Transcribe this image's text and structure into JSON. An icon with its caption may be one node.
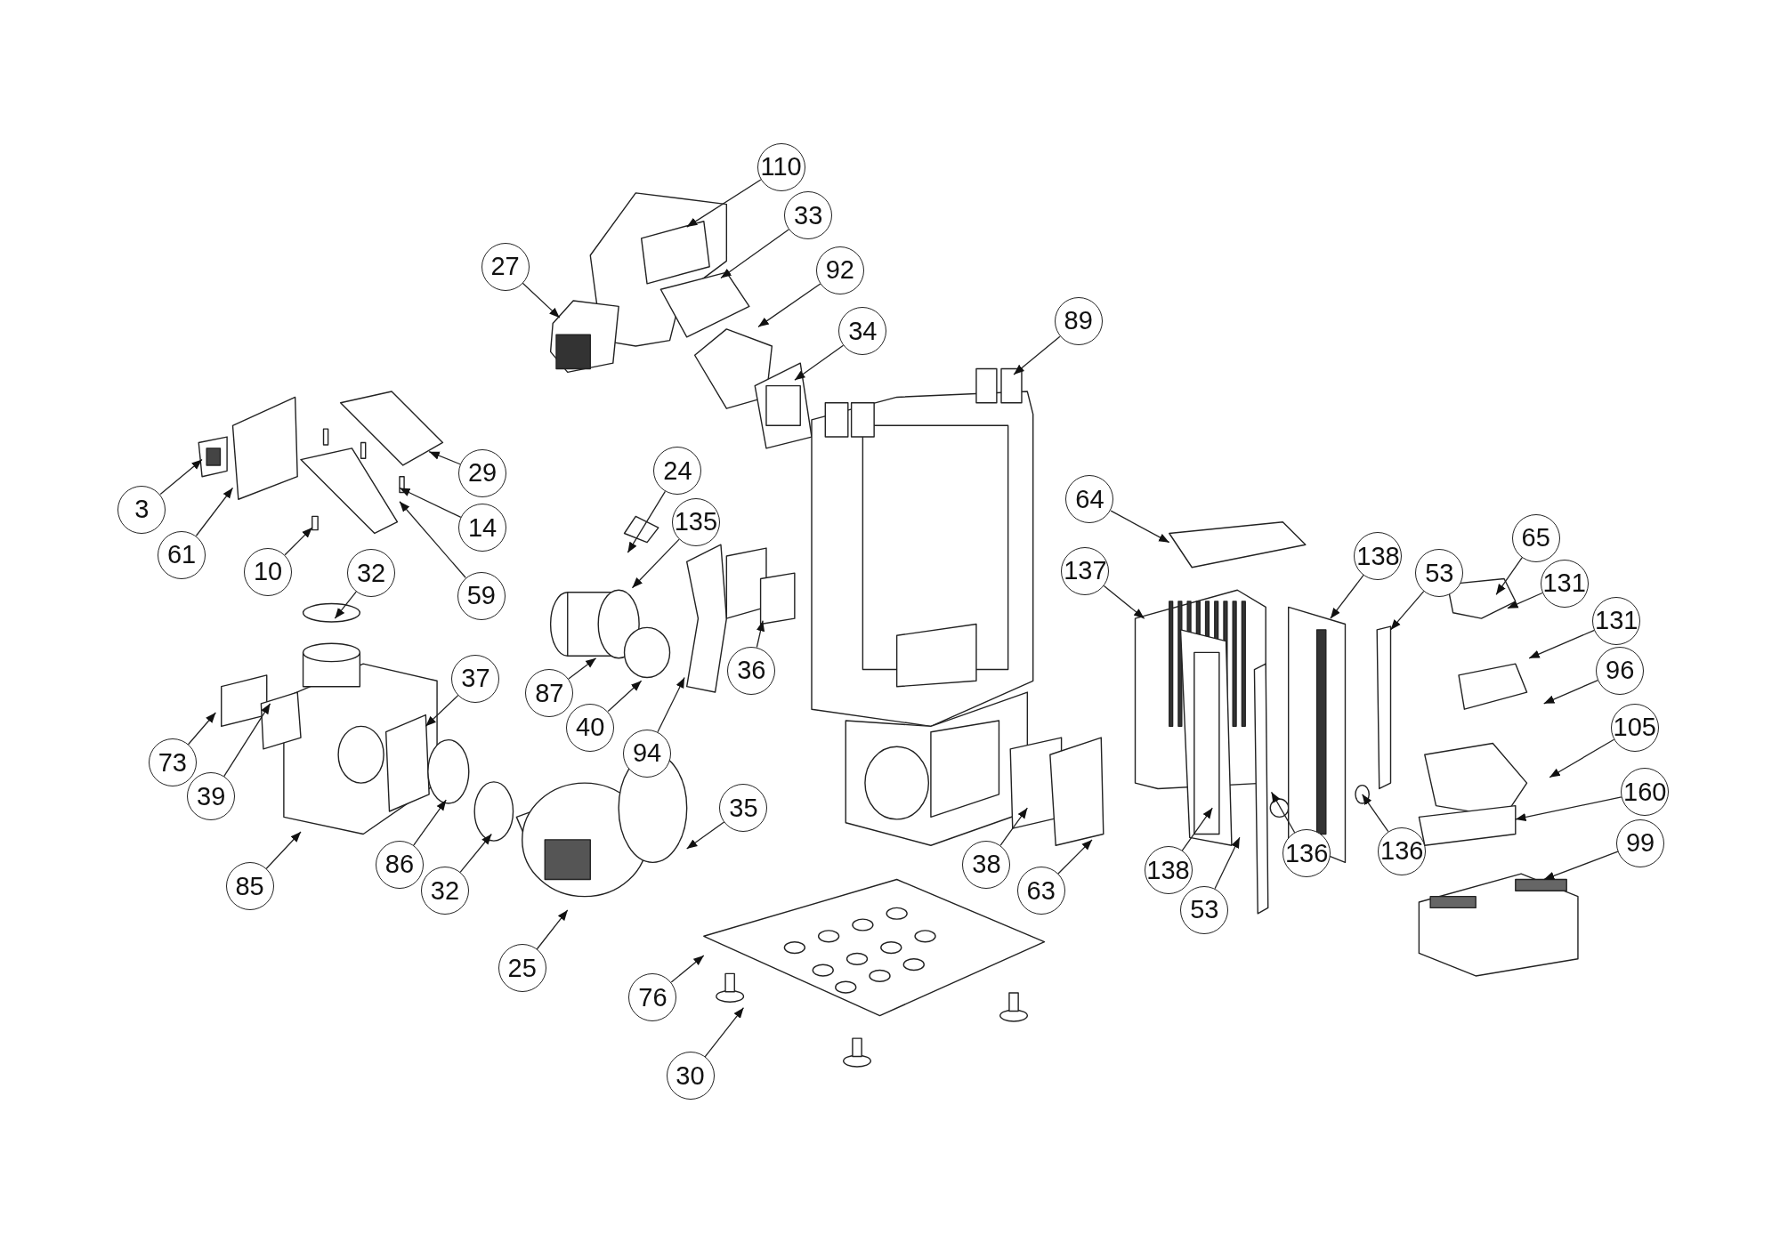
{
  "diagram": {
    "nodes": [
      {
        "text": [
          "110"
        ]
      },
      {
        "text": [
          "33"
        ]
      },
      {
        "text": [
          "27"
        ]
      },
      {
        "text": [
          "92"
        ]
      },
      {
        "text": [
          "89"
        ]
      },
      {
        "text": [
          "34"
        ]
      },
      {
        "text": [
          "24"
        ]
      },
      {
        "text": [
          "29"
        ]
      },
      {
        "text": [
          "3"
        ]
      },
      {
        "text": [
          "64"
        ]
      },
      {
        "text": [
          "14"
        ]
      },
      {
        "text": [
          "135"
        ]
      },
      {
        "text": [
          "65"
        ]
      },
      {
        "text": [
          "61"
        ]
      },
      {
        "text": [
          "138"
        ]
      },
      {
        "text": [
          "137"
        ]
      },
      {
        "text": [
          "10"
        ]
      },
      {
        "text": [
          "32"
        ]
      },
      {
        "text": [
          "53"
        ]
      },
      {
        "text": [
          "131"
        ]
      },
      {
        "text": [
          "59"
        ]
      },
      {
        "text": [
          "131"
        ]
      },
      {
        "text": [
          "36"
        ]
      },
      {
        "text": [
          "96"
        ]
      },
      {
        "text": [
          "37"
        ]
      },
      {
        "text": [
          "87"
        ]
      },
      {
        "text": [
          "40"
        ]
      },
      {
        "text": [
          "105"
        ]
      },
      {
        "text": [
          "94"
        ]
      },
      {
        "text": [
          "73"
        ]
      },
      {
        "text": [
          "160"
        ]
      },
      {
        "text": [
          "39"
        ]
      },
      {
        "text": [
          "35"
        ]
      },
      {
        "text": [
          "99"
        ]
      },
      {
        "text": [
          "136"
        ]
      },
      {
        "text": [
          "38"
        ]
      },
      {
        "text": [
          "86"
        ]
      },
      {
        "text": [
          "138"
        ]
      },
      {
        "text": [
          "136"
        ]
      },
      {
        "text": [
          "85"
        ]
      },
      {
        "text": [
          "63"
        ]
      },
      {
        "text": [
          "32"
        ]
      },
      {
        "text": [
          "53"
        ]
      },
      {
        "text": [
          "25"
        ]
      },
      {
        "text": [
          "76"
        ]
      },
      {
        "text": [
          "30"
        ]
      }
    ],
    "edges": [
      {
        "from": 0,
        "to": null,
        "arrow": "to"
      },
      {
        "from": 1,
        "to": null,
        "arrow": "to"
      },
      {
        "from": 2,
        "to": null,
        "arrow": "to"
      },
      {
        "from": 3,
        "to": null,
        "arrow": "to"
      },
      {
        "from": 4,
        "to": null,
        "arrow": "to"
      },
      {
        "from": 5,
        "to": null,
        "arrow": "to"
      },
      {
        "from": 6,
        "to": null,
        "arrow": "to"
      },
      {
        "from": 7,
        "to": null,
        "arrow": "to"
      },
      {
        "from": 8,
        "to": null,
        "arrow": "to"
      },
      {
        "from": 9,
        "to": null,
        "arrow": "to"
      },
      {
        "from": 10,
        "to": null,
        "arrow": "to"
      },
      {
        "from": 11,
        "to": null,
        "arrow": "to"
      },
      {
        "from": 12,
        "to": null,
        "arrow": "to"
      },
      {
        "from": 13,
        "to": null,
        "arrow": "to"
      },
      {
        "from": 14,
        "to": null,
        "arrow": "to"
      },
      {
        "from": 15,
        "to": null,
        "arrow": "to"
      },
      {
        "from": 16,
        "to": null,
        "arrow": "to"
      },
      {
        "from": 17,
        "to": null,
        "arrow": "to"
      },
      {
        "from": 18,
        "to": null,
        "arrow": "to"
      },
      {
        "from": 19,
        "to": null,
        "arrow": "to"
      },
      {
        "from": 20,
        "to": null,
        "arrow": "to"
      },
      {
        "from": 21,
        "to": null,
        "arrow": "to"
      },
      {
        "from": 22,
        "to": null,
        "arrow": "to"
      },
      {
        "from": 23,
        "to": null,
        "arrow": "to"
      },
      {
        "from": 24,
        "to": null,
        "arrow": "to"
      },
      {
        "from": 25,
        "to": null,
        "arrow": "to"
      },
      {
        "from": 26,
        "to": null,
        "arrow": "to"
      },
      {
        "from": 27,
        "to": null,
        "arrow": "to"
      },
      {
        "from": 28,
        "to": null,
        "arrow": "to"
      },
      {
        "from": 29,
        "to": null,
        "arrow": "to"
      },
      {
        "from": 30,
        "to": null,
        "arrow": "to"
      },
      {
        "from": 31,
        "to": null,
        "arrow": "to"
      },
      {
        "from": 32,
        "to": null,
        "arrow": "to"
      },
      {
        "from": 33,
        "to": null,
        "arrow": "to"
      },
      {
        "from": 34,
        "to": null,
        "arrow": "to"
      },
      {
        "from": 35,
        "to": null,
        "arrow": "to"
      },
      {
        "from": 36,
        "to": null,
        "arrow": "to"
      },
      {
        "from": 37,
        "to": null,
        "arrow": "to"
      },
      {
        "from": 38,
        "to": null,
        "arrow": "to"
      },
      {
        "from": 39,
        "to": null,
        "arrow": "to"
      },
      {
        "from": 40,
        "to": null,
        "arrow": "to"
      },
      {
        "from": 41,
        "to": null,
        "arrow": "to"
      },
      {
        "from": 42,
        "to": null,
        "arrow": "to"
      },
      {
        "from": 43,
        "to": null,
        "arrow": "to"
      },
      {
        "from": 44,
        "to": null,
        "arrow": "to"
      },
      {
        "from": 45,
        "to": null,
        "arrow": "to"
      }
    ]
  }
}
